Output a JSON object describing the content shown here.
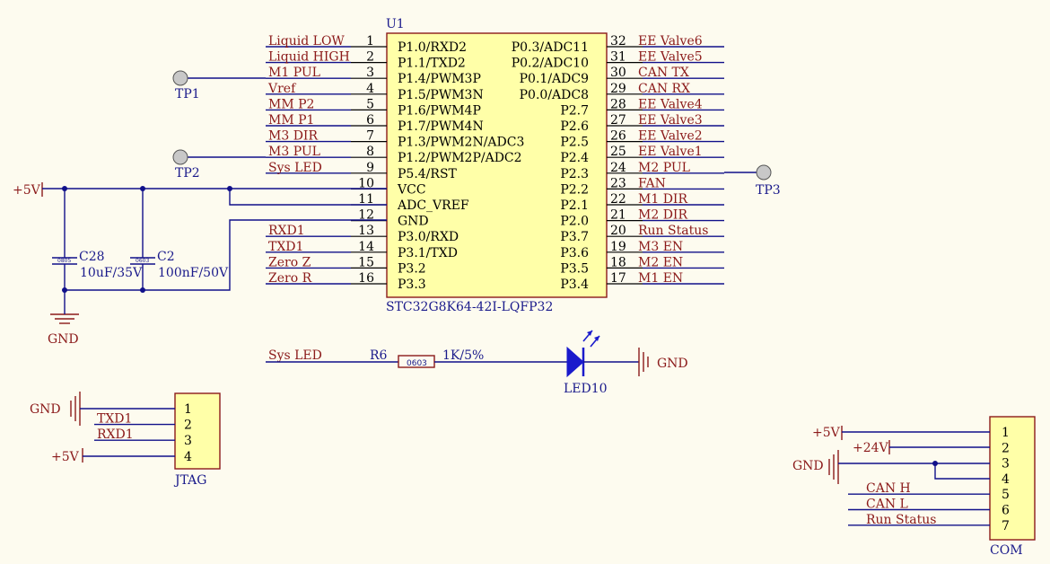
{
  "u1": {
    "designator": "U1",
    "part": "STC32G8K64-42I-LQFP32",
    "left_pins": [
      {
        "num": "1",
        "name": "P1.0/RXD2",
        "net": "Liquid_LOW"
      },
      {
        "num": "2",
        "name": "P1.1/TXD2",
        "net": "Liquid_HIGH"
      },
      {
        "num": "3",
        "name": "P1.4/PWM3P",
        "net": "M1_PUL"
      },
      {
        "num": "4",
        "name": "P1.5/PWM3N",
        "net": "Vref"
      },
      {
        "num": "5",
        "name": "P1.6/PWM4P",
        "net": "MM_P2"
      },
      {
        "num": "6",
        "name": "P1.7/PWM4N",
        "net": "MM_P1"
      },
      {
        "num": "7",
        "name": "P1.3/PWM2N/ADC3",
        "net": "M3_DIR"
      },
      {
        "num": "8",
        "name": "P1.2/PWM2P/ADC2",
        "net": "M3_PUL"
      },
      {
        "num": "9",
        "name": "P5.4/RST",
        "net": "Sys_LED"
      },
      {
        "num": "10",
        "name": "VCC",
        "net": ""
      },
      {
        "num": "11",
        "name": "ADC_VREF",
        "net": ""
      },
      {
        "num": "12",
        "name": "GND",
        "net": ""
      },
      {
        "num": "13",
        "name": "P3.0/RXD",
        "net": "RXD1"
      },
      {
        "num": "14",
        "name": "P3.1/TXD",
        "net": "TXD1"
      },
      {
        "num": "15",
        "name": "P3.2",
        "net": "Zero_Z"
      },
      {
        "num": "16",
        "name": "P3.3",
        "net": "Zero_R"
      }
    ],
    "right_pins": [
      {
        "num": "32",
        "name": "P0.3/ADC11",
        "net": "EE_Valve6"
      },
      {
        "num": "31",
        "name": "P0.2/ADC10",
        "net": "EE_Valve5"
      },
      {
        "num": "30",
        "name": "P0.1/ADC9",
        "net": "CAN_TX"
      },
      {
        "num": "29",
        "name": "P0.0/ADC8",
        "net": "CAN_RX"
      },
      {
        "num": "28",
        "name": "P2.7",
        "net": "EE_Valve4"
      },
      {
        "num": "27",
        "name": "P2.6",
        "net": "EE_Valve3"
      },
      {
        "num": "26",
        "name": "P2.5",
        "net": "EE_Valve2"
      },
      {
        "num": "25",
        "name": "P2.4",
        "net": "EE_Valve1"
      },
      {
        "num": "24",
        "name": "P2.3",
        "net": "M2_PUL"
      },
      {
        "num": "23",
        "name": "P2.2",
        "net": "FAN"
      },
      {
        "num": "22",
        "name": "P2.1",
        "net": "M1_DIR"
      },
      {
        "num": "21",
        "name": "P2.0",
        "net": "M2_DIR"
      },
      {
        "num": "20",
        "name": "P3.7",
        "net": "Run_Status"
      },
      {
        "num": "19",
        "name": "P3.6",
        "net": "M3_EN"
      },
      {
        "num": "18",
        "name": "P3.5",
        "net": "M2_EN"
      },
      {
        "num": "17",
        "name": "P3.4",
        "net": "M1_EN"
      }
    ]
  },
  "test_points": {
    "tp1": "TP1",
    "tp2": "TP2",
    "tp3": "TP3"
  },
  "power": {
    "p5v": "+5V",
    "p24v": "+24V",
    "gnd": "GND"
  },
  "caps": {
    "c28": {
      "designator": "C28",
      "value": "10uF/35V",
      "package": "0805"
    },
    "c2": {
      "designator": "C2",
      "value": "100nF/50V",
      "package": "0603"
    }
  },
  "led_circuit": {
    "net": "Sys_LED",
    "resistor": "R6",
    "resistor_pkg": "0603",
    "resistor_value": "1K/5%",
    "led": "LED10"
  },
  "jtag": {
    "designator": "JTAG",
    "pins": [
      "1",
      "2",
      "3",
      "4"
    ],
    "nets": [
      "",
      "TXD1",
      "RXD1",
      ""
    ]
  },
  "com": {
    "designator": "COM",
    "pins": [
      "1",
      "2",
      "3",
      "4",
      "5",
      "6",
      "7"
    ],
    "nets": [
      "",
      "",
      "",
      "",
      "CAN_H",
      "CAN_L",
      "Run_Status"
    ]
  }
}
